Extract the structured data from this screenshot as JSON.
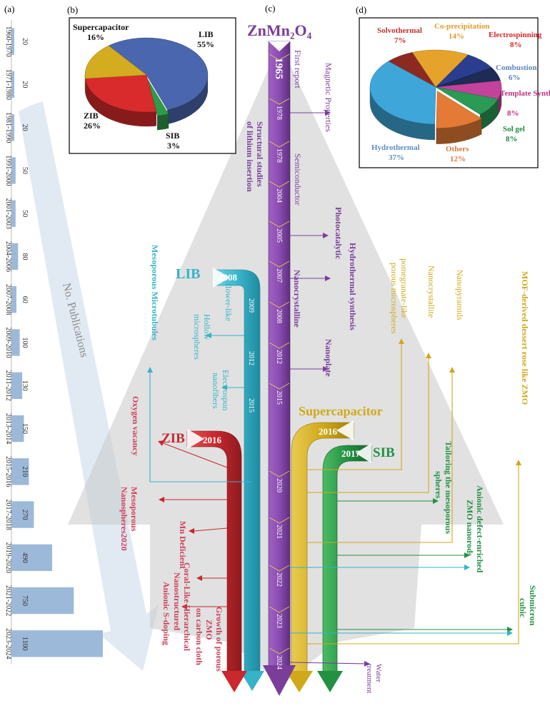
{
  "panel_labels": {
    "a": "(a)",
    "b": "(b)",
    "c": "(c)",
    "d": "(d)"
  },
  "panel_a": {
    "arrow_label": "No. Publications",
    "chart_data": {
      "type": "bar",
      "orientation": "horizontal",
      "categories": [
        "1960-1970",
        "1971-1980",
        "1981-1990",
        "1991-2000",
        "2001-2003",
        "2004-2006",
        "2007-2008",
        "2009-2010",
        "2011-2012",
        "2013-2014",
        "2015-2016",
        "2017-2018",
        "2019-2020",
        "2021-2022",
        "2023-2024"
      ],
      "values": [
        20,
        20,
        20,
        50,
        50,
        80,
        60,
        100,
        130,
        150,
        210,
        270,
        490,
        750,
        1100
      ],
      "xlim": [
        0,
        1120
      ],
      "bar_color": "#9db9d9"
    }
  },
  "panel_b": {
    "chart_data": {
      "type": "pie",
      "style": "3d",
      "slices": [
        {
          "label": "LIB",
          "value": 55,
          "text": "55%",
          "color": "#4a66ae"
        },
        {
          "label": "SIB",
          "value": 3,
          "text": "3%",
          "color": "#2f9a48"
        },
        {
          "label": "ZIB",
          "value": 26,
          "text": "26%",
          "color": "#d92b2b"
        },
        {
          "label": "Supercapacitor",
          "value": 16,
          "text": "16%",
          "color": "#d4ac1f"
        }
      ]
    }
  },
  "panel_d": {
    "chart_data": {
      "type": "pie",
      "style": "3d",
      "slices": [
        {
          "label": "Solvothermal",
          "value": 7,
          "text": "7%",
          "color": "#8c2a22",
          "text_color": "#c0312b"
        },
        {
          "label": "Co-precipitation",
          "value": 14,
          "text": "14%",
          "color": "#e5a32c",
          "text_color": "#e09b2a"
        },
        {
          "label": "Electrospinning",
          "value": 8,
          "text": "8%",
          "color": "#2b3d8f",
          "text_color": "#d62a2a"
        },
        {
          "label": "Combustion",
          "value": 6,
          "text": "6%",
          "color": "#1d2b55",
          "text_color": "#5a86b8"
        },
        {
          "label": "Template Synthesis",
          "value": 8,
          "text": "8%",
          "color": "#c3429b",
          "text_color": "#c2337e"
        },
        {
          "label": "Sol gel",
          "value": 8,
          "text": "8%",
          "color": "#2a9a55",
          "text_color": "#1e8a3e"
        },
        {
          "label": "Others",
          "value": 12,
          "text": "12%",
          "color": "#e37a35",
          "text_color": "#d87b3c"
        },
        {
          "label": "Hydrothermal",
          "value": 37,
          "text": "37%",
          "color": "#3ea6d8",
          "text_color": "#5b8fc0"
        }
      ]
    }
  },
  "panel_c": {
    "title": "ZnMn₂O₄",
    "main_timeline": [
      "1965",
      "1978",
      "1978",
      "2004",
      "2005",
      "2007",
      "2008",
      "2012",
      "2015",
      "2020",
      "2021",
      "2022",
      "2023",
      "2024"
    ],
    "branches": {
      "lib": {
        "name": "LIB",
        "year": "2008",
        "years": [
          "2009",
          "2012",
          "2015"
        ]
      },
      "zib": {
        "name": "ZIB",
        "year": "2016"
      },
      "supercapacitor": {
        "name": "Supercapacitor",
        "year": "2016"
      },
      "sib": {
        "name": "SIB",
        "year": "2017"
      }
    },
    "purple_labels": [
      "First report",
      "Magnetic Properties",
      "Structural studies",
      "of lithium insertion",
      "Semiconductor",
      "Photocatalytic",
      "Hydrothermal synthesis",
      "Nanocrystalline",
      "Nanoplate",
      "Water",
      "treatment"
    ],
    "lib_labels": [
      "Mesoporous Microtubules",
      "flower-like",
      "Hollow",
      "microspheres",
      "Electrospun",
      "nanofibers"
    ],
    "zib_labels": [
      "Oxygen vacancy",
      "Mesoporous",
      "Nanospheres2020",
      "Mn Deficient",
      "Coral-Like Hierarchical",
      "Nanostructured",
      "Anionic S-doping",
      "Growth of porous",
      "ZMO",
      "on carbon cloth"
    ],
    "sc_labels": [
      "pomegranate-like",
      "porous microspheres",
      "Nanocrystallite",
      "Nanopyramids",
      "MOF-derived dessert rose like ZMO"
    ],
    "sib_labels": [
      "Tailoring the mesoporous",
      "spheres",
      "Anionic defect-enriched",
      "ZMO nanorods",
      "Submicron",
      "cubic"
    ]
  },
  "colors": {
    "purple": "#7a3d9a",
    "lib": "#35b3c9",
    "zib": "#c8282e",
    "supercapacitor": "#cfa919",
    "sib": "#239042",
    "pink_text": "#cc3f5b"
  }
}
